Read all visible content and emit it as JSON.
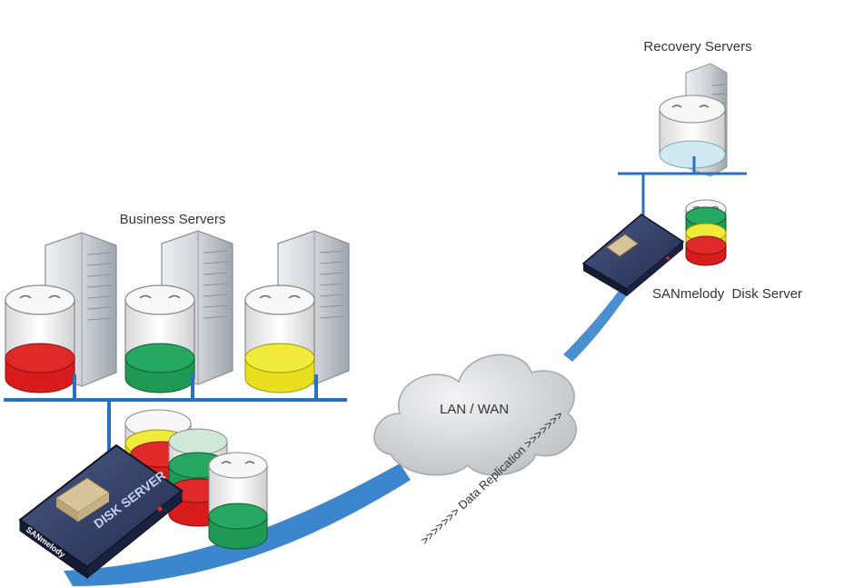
{
  "labels": {
    "recovery_servers": "Recovery Servers",
    "business_servers": "Business Servers",
    "disk_server": "SANmelody  Disk Server",
    "lan_wan": "LAN / WAN",
    "data_replication": ">>>>>>> Data Replication >>>>>>>",
    "device_front_text": "DISK SERVER",
    "device_brand_text": "SANmelody"
  },
  "colors": {
    "network_blue": "#2a6fc0",
    "link_blue": "#3b86cc",
    "disk_red": "#d81c1c",
    "disk_green": "#1f9a55",
    "disk_yellow": "#e8e01c",
    "disk_lightblue": "#cfe8f2",
    "server_gray": "#cfd3d7",
    "cloud_gray": "#d9dadc",
    "device_dark": "#1d2540"
  },
  "business_disk_colors": [
    "red",
    "green",
    "yellow"
  ],
  "disk_server_stack_colors": [
    "green",
    "yellow",
    "red"
  ],
  "main_disk_stack_colors": [
    "yellow",
    "red",
    "green",
    "red",
    "green"
  ]
}
